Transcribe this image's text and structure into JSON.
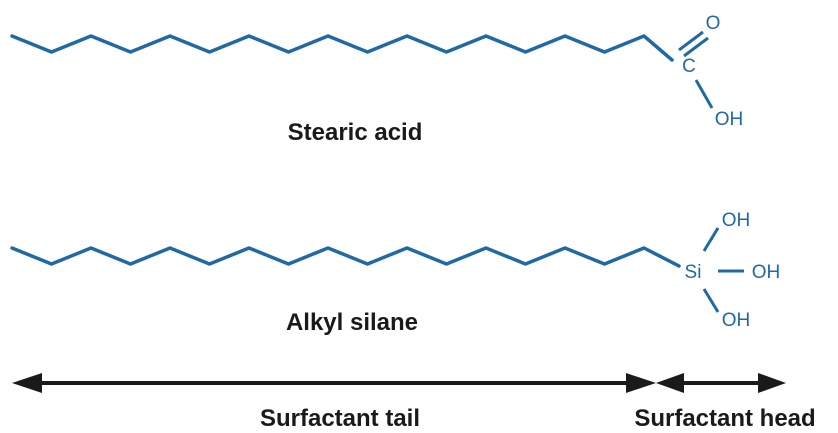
{
  "colors": {
    "molecule": "#1f6aa5",
    "arrow": "#1a1a1a",
    "text": "#1a1a1a"
  },
  "molecules": [
    {
      "name": "Stearic acid",
      "head_atoms": {
        "carbon": "C",
        "carbonyl_oxygen": "O",
        "hydroxyl": "OH"
      }
    },
    {
      "name": "Alkyl silane",
      "head_atoms": {
        "silicon": "Si",
        "hydroxyl_top": "OH",
        "hydroxyl_right": "OH",
        "hydroxyl_bottom": "OH"
      }
    }
  ],
  "regions": {
    "tail_label": "Surfactant tail",
    "head_label": "Surfactant head"
  }
}
